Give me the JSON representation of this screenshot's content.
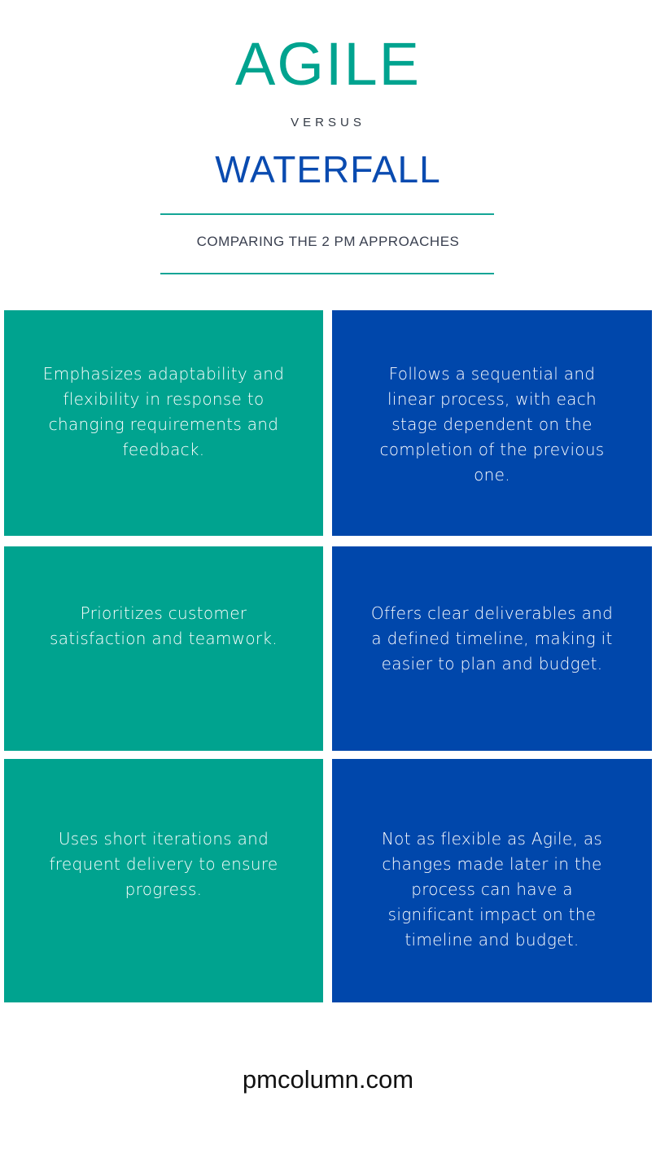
{
  "header": {
    "title_primary": "AGILE",
    "versus": "VERSUS",
    "title_secondary": "WATERFALL",
    "subtitle": "COMPARING THE 2 PM APPROACHES"
  },
  "colors": {
    "agile": "#00a38f",
    "waterfall": "#0047ab",
    "rule": "#14a596",
    "text_dark": "#333a45"
  },
  "comparison": {
    "rows": [
      {
        "agile": "Emphasizes adaptability and flexibility in response to changing requirements and feedback.",
        "waterfall": "Follows a sequential and linear process, with each stage dependent on the completion of the previous one."
      },
      {
        "agile": "Prioritizes customer satisfaction and teamwork.",
        "waterfall": "Offers clear deliverables and a defined timeline, making it easier to plan and budget."
      },
      {
        "agile": "Uses short iterations and frequent delivery to ensure progress.",
        "waterfall": "Not as flexible as Agile, as changes made later in the process can have a significant impact on the timeline and budget."
      }
    ]
  },
  "footer": {
    "site": "pmcolumn.com"
  }
}
